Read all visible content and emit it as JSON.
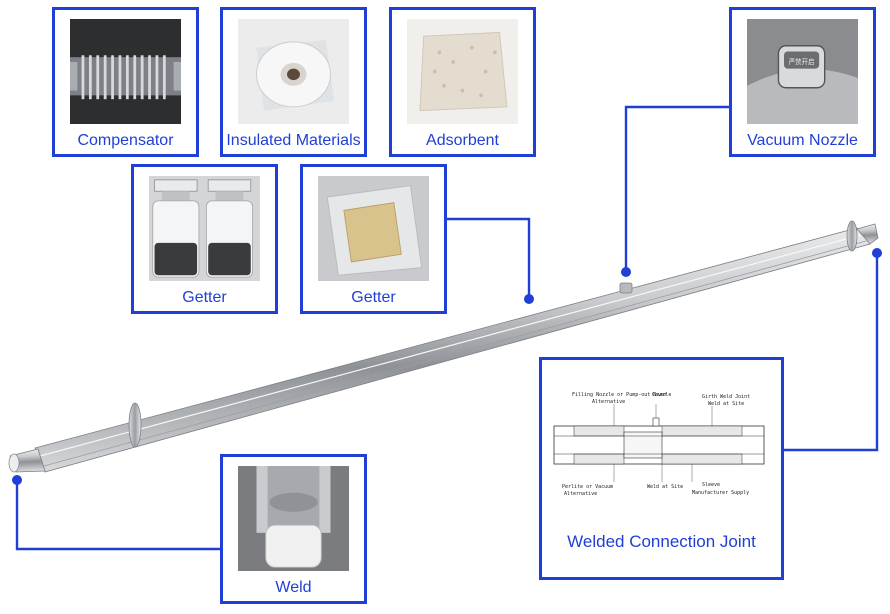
{
  "components": {
    "compensator": "Compensator",
    "insulated": "Insulated Materials",
    "adsorbent": "Adsorbent",
    "vacuum_nozzle": "Vacuum Nozzle",
    "getter_1": "Getter",
    "getter_2": "Getter",
    "weld": "Weld",
    "welded_joint": "Welded Connection Joint"
  },
  "vacuum_nozzle_cap_text": "严禁开启",
  "schematic": {
    "labels": {
      "filling_nozzle": "Filling Nozzle or Pump-out Nozzle",
      "cover": "Cover",
      "alternative_top": "Alternative",
      "girth_weld": "Girth Weld Joint",
      "weld_at_site_top": "Weld at Site",
      "perlite": "Perlite or Vacuum",
      "alternative_bottom": "Alternative",
      "weld_at_site_bottom": "Weld at Site",
      "sleeve": "Sleeve",
      "manufacturer_supply": "Manufacturer Supply"
    }
  },
  "colors": {
    "accent": "#1f3fd6",
    "pipe_steel": "#b9bbbe"
  }
}
